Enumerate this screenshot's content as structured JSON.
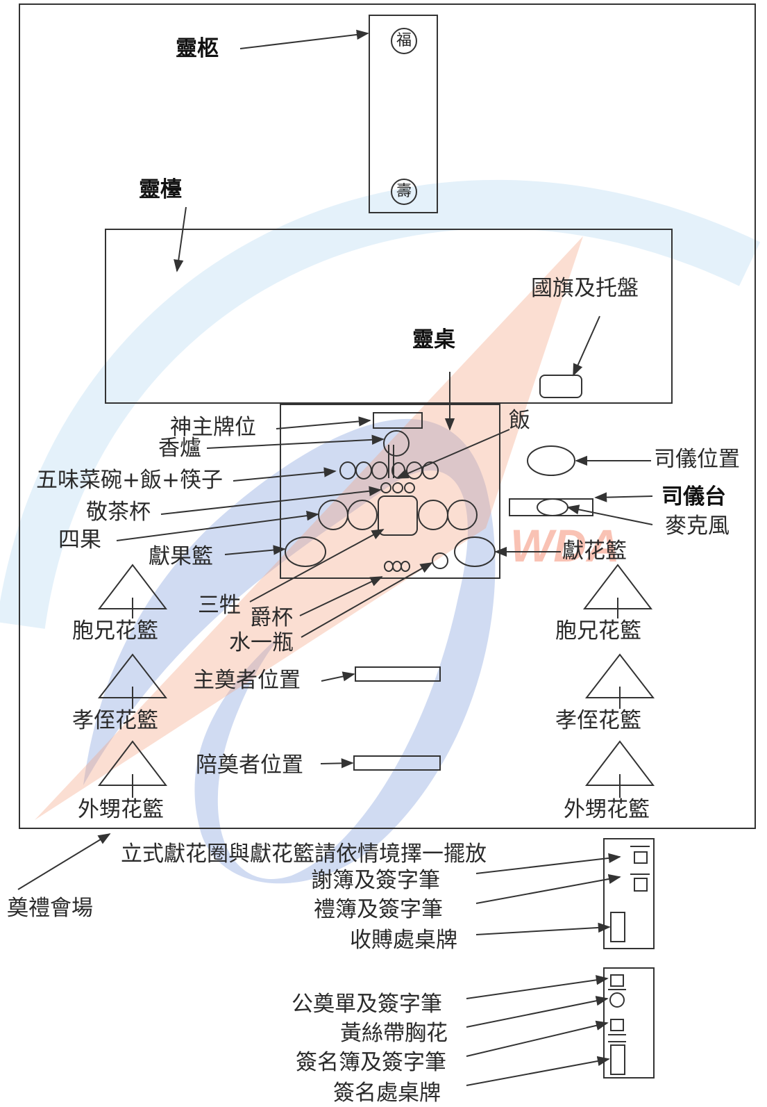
{
  "labels": {
    "coffin": "靈柩",
    "seal_top": "福",
    "seal_bottom": "壽",
    "hall": "靈檯",
    "flag_tray": "國旗及托盤",
    "altar": "靈桌",
    "tablet": "神主牌位",
    "rice": "飯",
    "incense": "香爐",
    "five_dishes": "五味菜碗+飯+筷子",
    "tea_cups": "敬茶杯",
    "four_fruits": "四果",
    "fruit_basket": "獻果籃",
    "flower_basket": "獻花籃",
    "emcee_position": "司儀位置",
    "emcee_stand": "司儀台",
    "microphone": "麥克風",
    "three_offerings": "三牲",
    "wine_cups": "爵杯",
    "water_bottle": "水一瓶",
    "sibling_basket_left": "胞兄花籃",
    "sibling_basket_right": "胞兄花籃",
    "nephew_basket_left": "孝侄花籃",
    "nephew_basket_right": "孝侄花籃",
    "grandson_basket_left": "外甥花籃",
    "grandson_basket_right": "外甥花籃",
    "chief_mourner": "主奠者位置",
    "co_mourner": "陪奠者位置",
    "wreath_note": "立式獻花圈與獻花籃請依情境擇一擺放",
    "venue": "奠禮會場",
    "thank_book": "謝簿及簽字筆",
    "gift_book": "禮簿及簽字筆",
    "gift_desk_sign": "收賻處桌牌",
    "public_form": "公奠單及簽字筆",
    "yellow_ribbon": "黃絲帶胸花",
    "sign_book": "簽名簿及簽字筆",
    "sign_desk_sign": "簽名處桌牌"
  },
  "watermark": {
    "text": "WDA",
    "color": "#f27a5a"
  },
  "colors": {
    "line": "#333333",
    "watermark_blue": "#6f92d8",
    "watermark_orange": "#f4a07f",
    "watermark_light": "#cde6f5"
  }
}
